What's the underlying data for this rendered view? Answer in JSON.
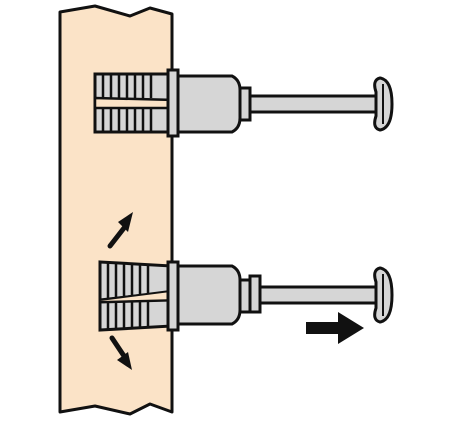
{
  "diagram": {
    "caption": "",
    "colors": {
      "board": "#fbe3c7",
      "metal": "#d6d6d6",
      "metal_dark": "#bdbdbd",
      "outline": "#111111",
      "arrow": "#111111",
      "background": "#ffffff"
    },
    "parts": {
      "upper": "anchor-inserted",
      "lower": "anchor-expanded"
    },
    "arrows": [
      {
        "name": "expand-up-arrow",
        "direction": "up-right"
      },
      {
        "name": "expand-down-arrow",
        "direction": "down-right"
      },
      {
        "name": "pull-out-arrow",
        "direction": "right"
      }
    ]
  }
}
